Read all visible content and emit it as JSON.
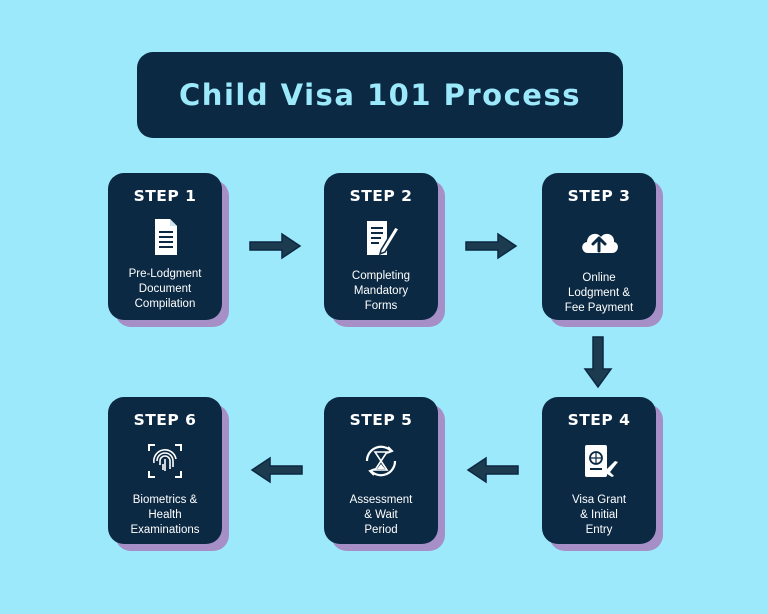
{
  "title": "Child Visa 101 Process",
  "colors": {
    "background": "#9ce9fb",
    "card": "#0b2943",
    "card_shadow": "#a58fc6",
    "title_text": "#9ce9fb"
  },
  "steps": [
    {
      "label": "STEP 1",
      "icon": "document-icon",
      "line1": "Pre-Lodgment",
      "line2": "Document",
      "line3": "Compilation"
    },
    {
      "label": "STEP 2",
      "icon": "form-pencil-icon",
      "line1": "Completing",
      "line2": "Mandatory",
      "line3": "Forms"
    },
    {
      "label": "STEP 3",
      "icon": "cloud-upload-icon",
      "line1": "Online",
      "line2": "Lodgment &",
      "line3": "Fee Payment"
    },
    {
      "label": "STEP 4",
      "icon": "passport-plane-icon",
      "line1": "Visa Grant",
      "line2": "& Initial",
      "line3": "Entry"
    },
    {
      "label": "STEP 5",
      "icon": "hourglass-cycle-icon",
      "line1": "Assessment",
      "line2": "& Wait",
      "line3": "Period"
    },
    {
      "label": "STEP 6",
      "icon": "fingerprint-scan-icon",
      "line1": "Biometrics &",
      "line2": "Health",
      "line3": "Examinations"
    }
  ]
}
